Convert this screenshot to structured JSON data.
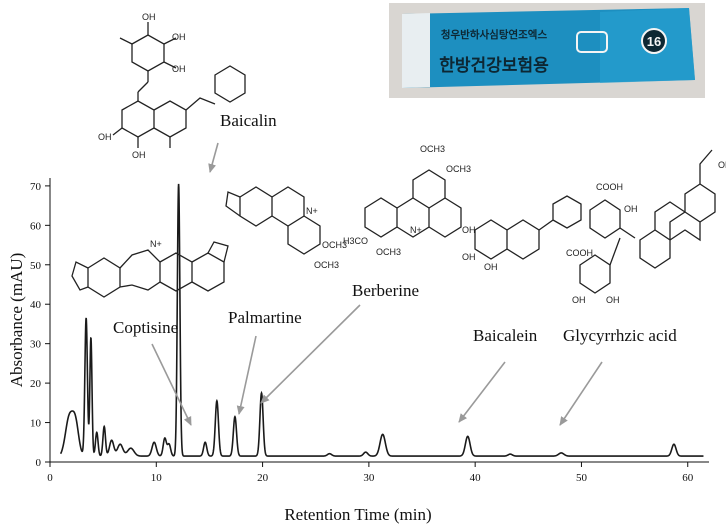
{
  "chart_data": {
    "type": "line",
    "xlabel": "Retention Time (min)",
    "ylabel": "Absorbance (mAU)",
    "xlim": [
      0,
      62
    ],
    "ylim": [
      0,
      72
    ],
    "x_ticks": [
      0,
      10,
      20,
      30,
      40,
      50,
      60
    ],
    "y_ticks": [
      0,
      10,
      20,
      30,
      40,
      50,
      60,
      70
    ],
    "grid": false,
    "baseline": 1.5,
    "peaks": [
      {
        "rt": 1.8,
        "height": 9.5,
        "width": 0.35
      },
      {
        "rt": 2.4,
        "height": 8.0,
        "width": 0.3
      },
      {
        "rt": 3.4,
        "height": 35.0,
        "width": 0.12
      },
      {
        "rt": 3.85,
        "height": 30.0,
        "width": 0.1
      },
      {
        "rt": 4.4,
        "height": 6.0,
        "width": 0.12
      },
      {
        "rt": 5.1,
        "height": 7.5,
        "width": 0.12
      },
      {
        "rt": 5.8,
        "height": 4.0,
        "width": 0.2
      },
      {
        "rt": 6.6,
        "height": 3.0,
        "width": 0.25
      },
      {
        "rt": 7.6,
        "height": 2.0,
        "width": 0.3
      },
      {
        "rt": 9.8,
        "height": 3.5,
        "width": 0.2
      },
      {
        "rt": 10.8,
        "height": 4.5,
        "width": 0.15
      },
      {
        "rt": 11.2,
        "height": 3.0,
        "width": 0.15
      },
      {
        "rt": 12.1,
        "height": 69.0,
        "width": 0.12
      },
      {
        "rt": 14.6,
        "height": 3.5,
        "width": 0.15
      },
      {
        "rt": 15.7,
        "height": 14.0,
        "width": 0.15
      },
      {
        "rt": 17.4,
        "height": 10.0,
        "width": 0.15
      },
      {
        "rt": 19.9,
        "height": 16.0,
        "width": 0.15
      },
      {
        "rt": 26.3,
        "height": 0.6,
        "width": 0.2
      },
      {
        "rt": 29.7,
        "height": 1.0,
        "width": 0.2
      },
      {
        "rt": 31.3,
        "height": 5.5,
        "width": 0.25
      },
      {
        "rt": 39.3,
        "height": 5.0,
        "width": 0.22
      },
      {
        "rt": 43.3,
        "height": 0.5,
        "width": 0.2
      },
      {
        "rt": 48.1,
        "height": 0.8,
        "width": 0.25
      },
      {
        "rt": 58.7,
        "height": 3.0,
        "width": 0.2
      }
    ],
    "compounds": [
      {
        "name": "Baicalin",
        "rt": 12.1
      },
      {
        "name": "Coptisine",
        "rt": 10.8
      },
      {
        "name": "Palmartine",
        "rt": 14.6
      },
      {
        "name": "Berberine",
        "rt": 15.7
      },
      {
        "name": "Baicalein",
        "rt": 31.3
      },
      {
        "name": "Glycyrrhzic acid",
        "rt": 39.3
      }
    ]
  },
  "package": {
    "number": "16",
    "top_line": "청우반하사심탕연조엑스",
    "main_text": "한방건강보험용",
    "colors": {
      "blue": "#1d8fc0",
      "dark": "#0d2733",
      "white": "#f4f4f4"
    }
  },
  "structure_labels": {
    "och3": "OCH3",
    "h3co": "H3CO",
    "n_plus": "N+",
    "oh": "OH",
    "cooh": "COOH"
  },
  "colors": {
    "trace": "#1a1a1a",
    "arrow": "#9a9a9a",
    "axis": "#111111"
  }
}
